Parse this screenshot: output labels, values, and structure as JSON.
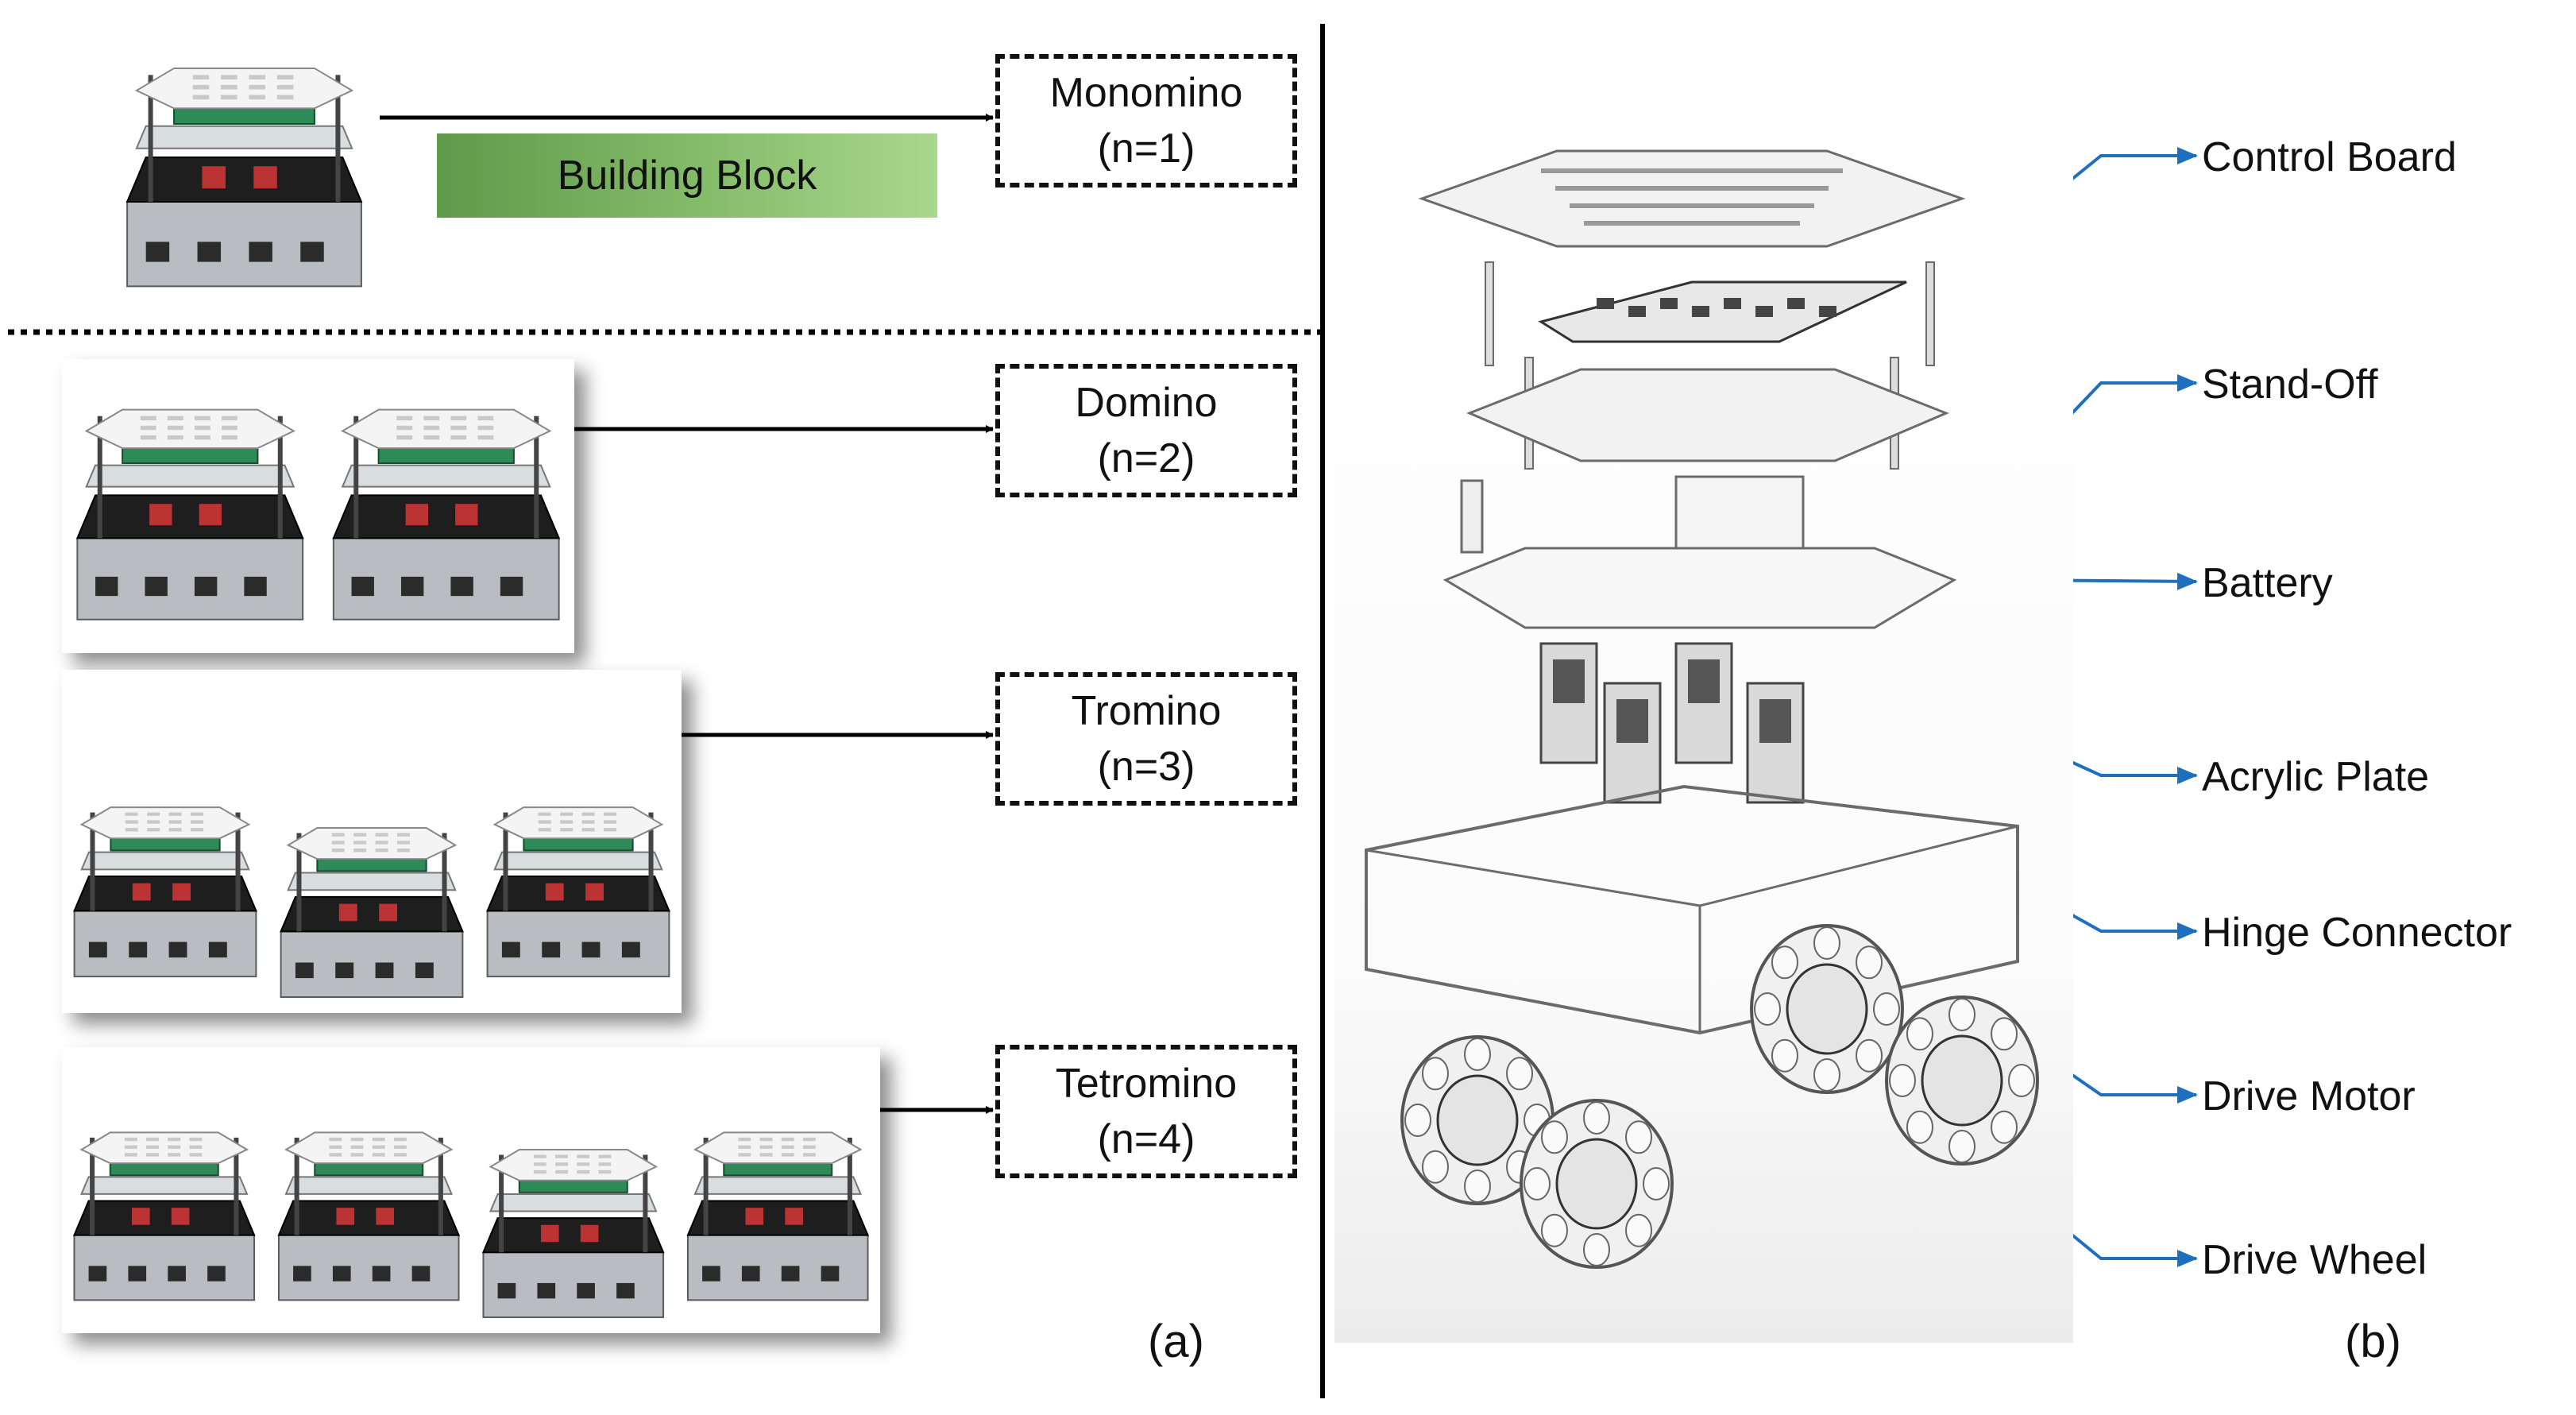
{
  "panel_a": {
    "panel_label": "(a)",
    "building_block_label": "Building Block",
    "polyominoes": [
      {
        "name": "Monomino",
        "n": "(n=1)",
        "modules": 1
      },
      {
        "name": "Domino",
        "n": "(n=2)",
        "modules": 2
      },
      {
        "name": "Tromino",
        "n": "(n=3)",
        "modules": 3
      },
      {
        "name": "Tetromino",
        "n": "(n=4)",
        "modules": 4
      }
    ]
  },
  "panel_b": {
    "panel_label": "(b)",
    "components": [
      "Control Board",
      "Stand-Off",
      "Battery",
      "Acrylic Plate",
      "Hinge Connector",
      "Drive Motor",
      "Drive Wheel"
    ]
  },
  "colors": {
    "leader_blue": "#1f6fbf",
    "arrow_black": "#000000",
    "pcb_green": "#2e8b57",
    "highlight_green": "#86bd6b"
  }
}
